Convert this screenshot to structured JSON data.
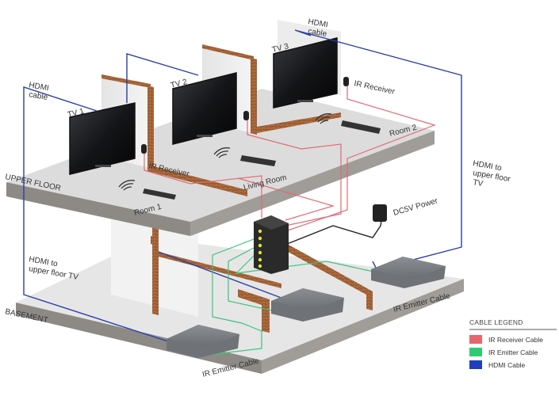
{
  "floors": {
    "upper": "UPPER FLOOR",
    "basement": "BASEMENT"
  },
  "rooms": [
    "Room 1",
    "Living Room",
    "Room 2"
  ],
  "tvs": [
    "TV 1",
    "TV 2",
    "TV 3"
  ],
  "labels": {
    "hdmi_cable_1": [
      "HDMI",
      "cable"
    ],
    "hdmi_cable_3": [
      "HDMI",
      "cable"
    ],
    "ir_receiver_1": "IR Receiver",
    "ir_receiver_3": "IR Receiver",
    "dc_power": "DC5V Power",
    "hdmi_upper_left": [
      "HDMI to",
      "upper floor TV"
    ],
    "hdmi_upper_right": [
      "HDMI to",
      "upper floor",
      "TV"
    ],
    "ir_emitter_1": "IR Emitter Cable",
    "ir_emitter_2": "IR Emitter Cable"
  },
  "legend": {
    "title": "CABLE LEGEND",
    "items": [
      {
        "label": "IR Receiver Cable",
        "color": "#e8656b"
      },
      {
        "label": "IR Emitter Cable",
        "color": "#2ecc71"
      },
      {
        "label": "HDMI Cable",
        "color": "#1f3fbf"
      }
    ]
  },
  "colors": {
    "ir_receiver": "#e06c75",
    "ir_emitter": "#3cc47c",
    "hdmi": "#2a3fa8",
    "power": "#222222",
    "brick": "#8a4a25"
  }
}
